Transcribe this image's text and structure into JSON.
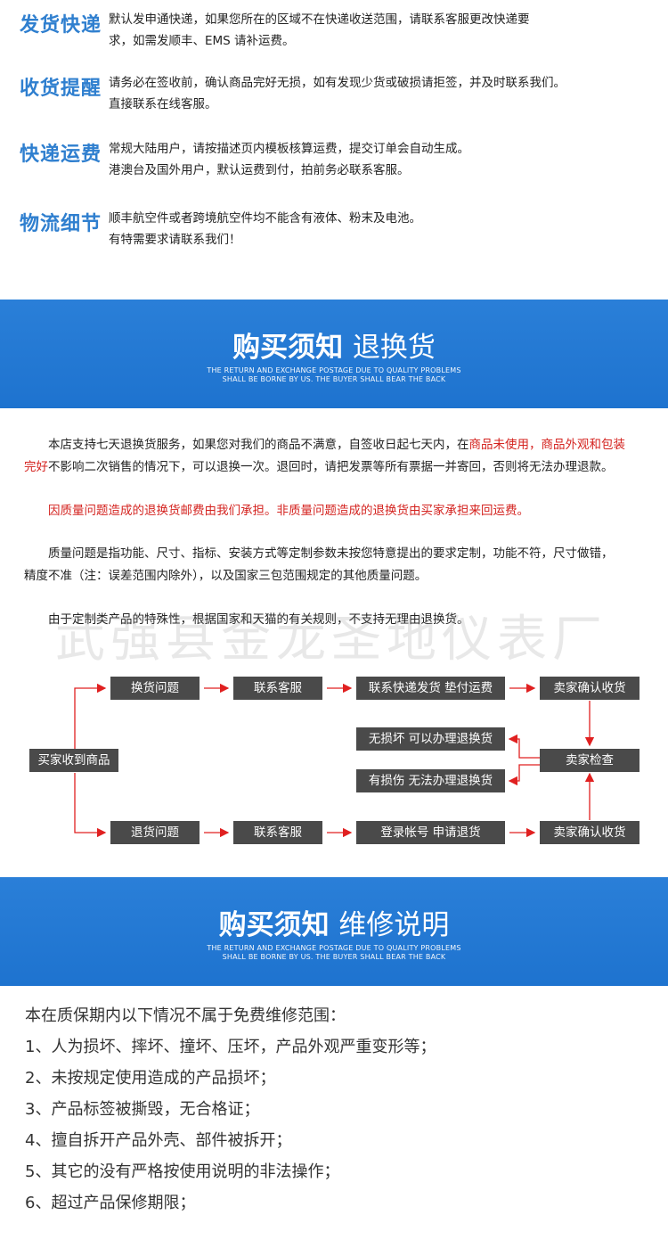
{
  "info": [
    {
      "title": "发货快递",
      "lines": [
        "默认发申通快递，如果您所在的区域不在快递收送范围，请联系客服更改快递要",
        "求，如需发顺丰、EMS 请补运费。"
      ]
    },
    {
      "title": "收货提醒",
      "lines": [
        "请务必在签收前，确认商品完好无损，如有发现少货或破损请拒签，并及时联系我们。",
        "直接联系在线客服。"
      ]
    },
    {
      "title": "快递运费",
      "lines": [
        "常规大陆用户，请按描述页内模板核算运费，提交订单会自动生成。",
        "港澳台及国外用户，默认运费到付，拍前务必联系客服。"
      ]
    },
    {
      "title": "物流细节",
      "lines": [
        "顺丰航空件或者跨境航空件均不能含有液体、粉末及电池。",
        "有特需要求请联系我们！"
      ]
    }
  ],
  "banner1": {
    "title_main": "购买须知",
    "title_sub": "退换货",
    "en_line1": "THE RETURN AND EXCHANGE POSTAGE DUE TO QUALITY PROBLEMS",
    "en_line2": "SHALL BE BORNE BY US. THE BUYER SHALL BEAR THE BACK"
  },
  "returns": {
    "p1_a": "本店支持七天退换货服务，如果您对我们的商品不满意，自签收日起七天内，在",
    "p1_red1": "商品未使用，商品外观和包装",
    "p1_red2": "完好",
    "p1_b": "不影响二次销售的情况下，可以退换一次。退回时，请把发票等所有票据一并寄回，否则将无法办理退款。",
    "p2_red": "因质量问题造成的退换货邮费由我们承担。非质量问题造成的退换货由买家承担来回运费。",
    "p3_line1": "质量问题是指功能、尺寸、指标、安装方式等定制参数未按您特意提出的要求定制，功能不符，尺寸做错，",
    "p3_line2": "精度不准（注：误差范围内除外），以及国家三包范围规定的其他质量问题。",
    "p4": "由于定制类产品的特殊性，根据国家和天猫的有关规则，不支持无理由退换货。"
  },
  "watermark": "武强县金龙圣地仪表厂",
  "flow": {
    "start": "买家收到商品",
    "exchange": "换货问题",
    "contact1": "联系客服",
    "ship": "联系快递发货  垫付运费",
    "seller_receive1": "卖家确认收货",
    "no_damage": "无损坏  可以办理退换货",
    "damaged": "有损伤  无法办理退换货",
    "inspect": "卖家检查",
    "return": "退货问题",
    "contact2": "联系客服",
    "apply": "登录帐号  申请退货",
    "seller_receive2": "卖家确认收货"
  },
  "banner2": {
    "title_main": "购买须知",
    "title_sub": "维修说明",
    "en_line1": "THE RETURN AND EXCHANGE POSTAGE DUE TO QUALITY PROBLEMS",
    "en_line2": "SHALL BE BORNE BY US. THE BUYER SHALL BEAR THE BACK"
  },
  "repair": {
    "intro": "本在质保期内以下情况不属于免费维修范围：",
    "items": [
      "1、人为损坏、摔坏、撞坏、压坏，产品外观严重变形等；",
      "2、未按规定使用造成的产品损坏；",
      "3、产品标签被撕毁，无合格证；",
      "4、擅自拆开产品外壳、部件被拆开；",
      "5、其它的没有严格按使用说明的非法操作；",
      "6、超过产品保修期限；"
    ]
  },
  "colors": {
    "accent_blue": "#2f7fcf",
    "banner_blue": "#1e73cf",
    "red_text": "#d4231f",
    "arrow_red": "#e02020",
    "box_gray": "#4a4a4a"
  }
}
